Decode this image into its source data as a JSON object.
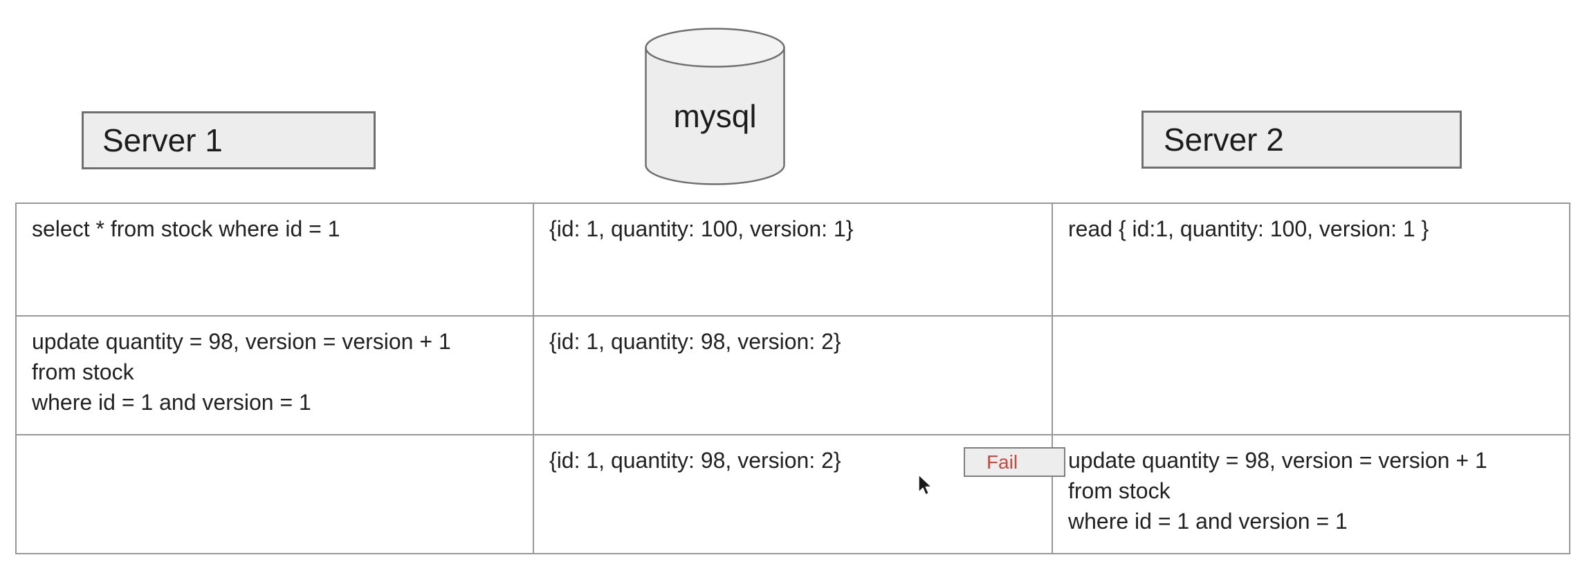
{
  "shapes": {
    "server1_label": "Server 1",
    "server2_label": "Server 2",
    "database_label": "mysql",
    "fail_label": "Fail"
  },
  "table": {
    "columns": [
      "Server 1",
      "mysql",
      "Server 2"
    ],
    "rows": [
      {
        "cells": [
          "select * from stock where id = 1",
          "{id: 1, quantity: 100, version: 1}",
          "read { id:1, quantity: 100, version: 1 }"
        ]
      },
      {
        "cells": [
          "update quantity = 98, version = version + 1\nfrom stock\nwhere id = 1 and version = 1",
          "{id: 1, quantity: 98, version: 2}",
          ""
        ]
      },
      {
        "cells": [
          "",
          "{id: 1, quantity: 98, version: 2}",
          "update quantity = 98, version = version + 1\nfrom stock\nwhere id = 1 and version = 1"
        ]
      }
    ]
  },
  "colors": {
    "shape_fill": "#ededed",
    "shape_border": "#6f6f6f",
    "table_border": "#979797",
    "text": "#212121",
    "fail_red": "#c64a3e",
    "background": "#ffffff"
  }
}
